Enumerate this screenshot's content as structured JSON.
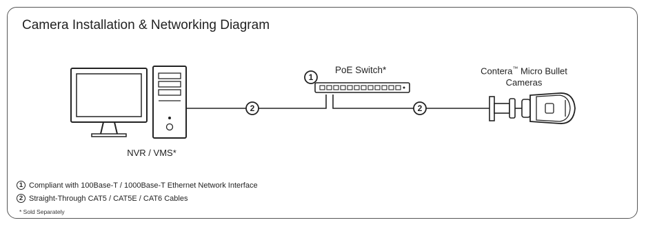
{
  "title": "Camera Installation & Networking Diagram",
  "nodes": {
    "nvr_label": "NVR / VMS*",
    "switch_label": "PoE Switch*",
    "camera_label_line1": "Contera",
    "camera_label_tm": "™",
    "camera_label_line1b": " Micro Bullet",
    "camera_label_line2": "Cameras"
  },
  "markers": {
    "switch_marker": "1",
    "cable_left_marker": "2",
    "cable_right_marker": "2"
  },
  "legend": [
    {
      "num": "1",
      "text": "Compliant with 100Base-T / 1000Base-T Ethernet Network Interface"
    },
    {
      "num": "2",
      "text": "Straight-Through CAT5 / CAT5E / CAT6 Cables"
    }
  ],
  "footnote": "* Sold Separately"
}
